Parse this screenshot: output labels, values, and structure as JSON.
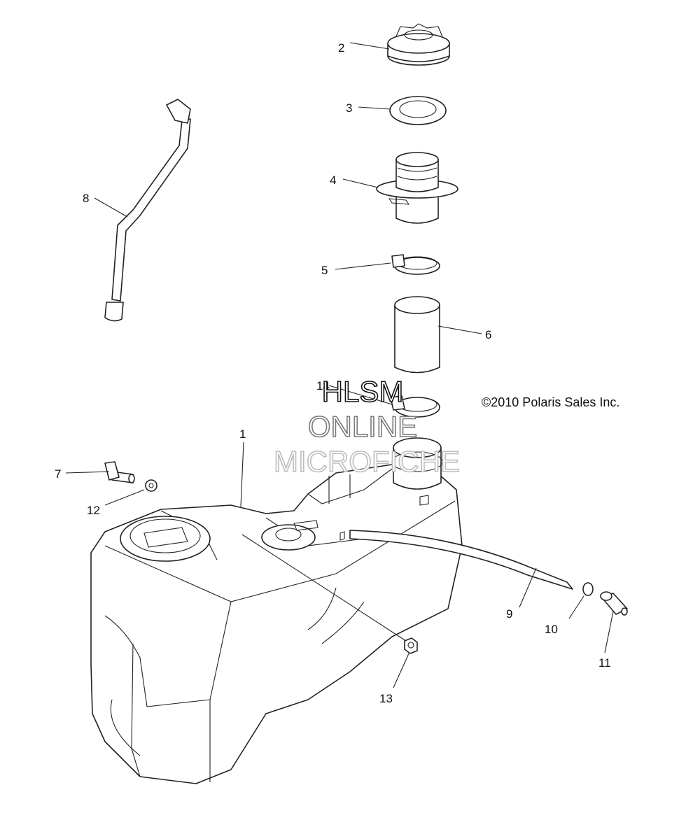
{
  "copyright": "©2010 Polaris Sales Inc.",
  "watermark": {
    "line1": "HLSM",
    "line2": "ONLINE",
    "line3": "MICROFICHE",
    "colors": [
      "#111111",
      "#7a7a7a",
      "#bdbdbd"
    ]
  },
  "callouts": [
    "1",
    "2",
    "3",
    "4",
    "5",
    "6",
    "7",
    "8",
    "9",
    "10",
    "11",
    "12",
    "13",
    "14"
  ]
}
